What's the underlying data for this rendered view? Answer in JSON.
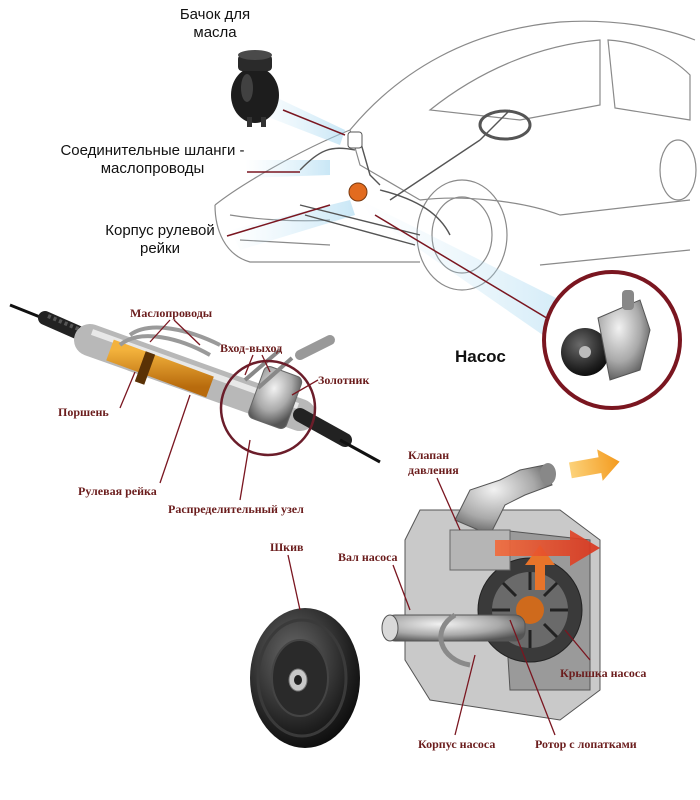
{
  "top_labels": {
    "reservoir": "Бачок для масла",
    "hoses": "Соединительные шланги - маслопроводы",
    "rack_housing": "Корпус рулевой рейки",
    "pump": "Насос"
  },
  "rack_labels": {
    "oil_lines": "Маслопроводы",
    "inlet_outlet": "Вход-выход",
    "spool": "Золотник",
    "piston": "Поршень",
    "rack": "Рулевая рейка",
    "distributor": "Распределительный узел"
  },
  "pump_labels": {
    "pressure_valve": "Клапан давления",
    "pulley": "Шкив",
    "shaft": "Вал насоса",
    "cover": "Крышка насоса",
    "body": "Корпус насоса",
    "rotor": "Ротор с лопатками"
  },
  "colors": {
    "label_dark_red": "#6b1d1d",
    "callout_circle": "#7a1620",
    "arrow_orange": "#f39a1e",
    "arrow_red": "#e8482a"
  }
}
